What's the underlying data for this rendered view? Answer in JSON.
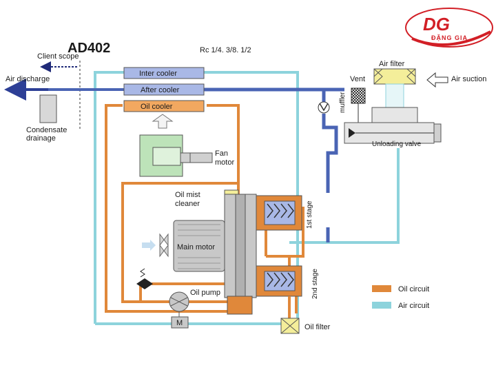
{
  "brand": {
    "logo_text": "DG",
    "subtitle": "ĐẶNG GIA",
    "color": "#d21f26"
  },
  "title": "AD402",
  "port_sizes": "Rc 1/4. 3/8. 1/2",
  "labels": {
    "client_scope": "Client scope",
    "air_discharge": "Air discharge",
    "condensate_drainage_line1": "Condensate",
    "condensate_drainage_line2": "drainage",
    "inter_cooler": "Inter cooler",
    "after_cooler": "After cooler",
    "oil_cooler": "Oil cooler",
    "fan_motor_line1": "Fan",
    "fan_motor_line2": "motor",
    "oil_mist_cleaner_line1": "Oil mist",
    "oil_mist_cleaner_line2": "cleaner",
    "main_motor": "Main motor",
    "oil_pump": "Oil pump",
    "pump_motor": "M",
    "first_stage": "1st stage",
    "second_stage": "2nd stage",
    "vent": "Vent",
    "muffler": "muffler",
    "air_filter": "Air filter",
    "air_suction": "Air suction",
    "unloading_valve": "Unloading valve",
    "oil_filter": "Oil filter"
  },
  "legend": [
    {
      "label": "Oil circuit",
      "color": "#e0883a"
    },
    {
      "label": "Air circuit",
      "color": "#8dd3dc"
    }
  ],
  "colors": {
    "oil": "#e0883a",
    "air": "#8dd3dc",
    "discharge": "#4a64b4",
    "cooler_fill": "#a9b8e6",
    "oil_cooler_fill": "#f2a860",
    "yellow": "#f4ee9a"
  }
}
